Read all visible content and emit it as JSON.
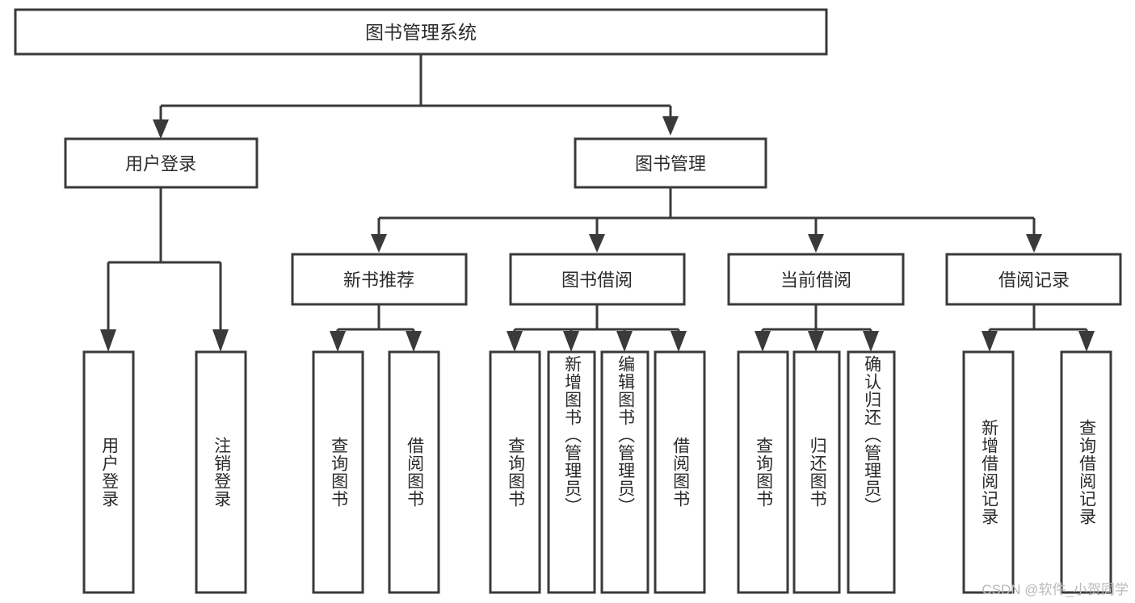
{
  "diagram": {
    "title": "图书管理系统",
    "type": "hierarchy-tree",
    "watermark": "CSDN @软件_小贺同学",
    "colors": {
      "stroke": "#3a3a3a",
      "fill": "#ffffff",
      "text": "#2b2b2b",
      "watermark": "#b9b9b9",
      "background": "#ffffff"
    },
    "root": {
      "label": "图书管理系统"
    },
    "level1": [
      {
        "label": "用户登录"
      },
      {
        "label": "图书管理"
      }
    ],
    "level2": [
      {
        "label": "新书推荐"
      },
      {
        "label": "图书借阅"
      },
      {
        "label": "当前借阅"
      },
      {
        "label": "借阅记录"
      }
    ],
    "leaves": {
      "user_login": [
        {
          "label": "用户登录"
        },
        {
          "label": "注销登录"
        }
      ],
      "new_book_recommend": [
        {
          "label": "查询图书"
        },
        {
          "label": "借阅图书"
        }
      ],
      "book_borrow": [
        {
          "label": "查询图书"
        },
        {
          "label": "新增图书（管理员）"
        },
        {
          "label": "编辑图书（管理员）"
        },
        {
          "label": "借阅图书"
        }
      ],
      "current_borrow": [
        {
          "label": "查询图书"
        },
        {
          "label": "归还图书"
        },
        {
          "label": "确认归还（管理员）"
        }
      ],
      "borrow_record": [
        {
          "label": "新增借阅记录"
        },
        {
          "label": "查询借阅记录"
        }
      ]
    }
  }
}
